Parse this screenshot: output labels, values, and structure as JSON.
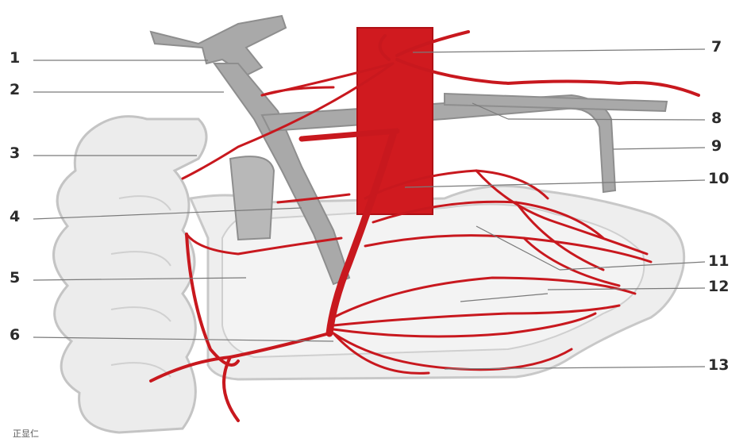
{
  "figure": {
    "labels": [
      {
        "id": "1",
        "text": "1"
      },
      {
        "id": "2",
        "text": "2"
      },
      {
        "id": "3",
        "text": "3"
      },
      {
        "id": "4",
        "text": "4"
      },
      {
        "id": "5",
        "text": "5"
      },
      {
        "id": "6",
        "text": "6"
      },
      {
        "id": "7",
        "text": "7"
      },
      {
        "id": "8",
        "text": "8"
      },
      {
        "id": "9",
        "text": "9"
      },
      {
        "id": "10",
        "text": "10"
      },
      {
        "id": "11",
        "text": "11"
      },
      {
        "id": "12",
        "text": "12"
      },
      {
        "id": "13",
        "text": "13"
      }
    ],
    "watermark": "正显仁"
  },
  "colors": {
    "artery": "#c8181e",
    "aorta": "#d01a1f",
    "vein": "#a9a9a9",
    "intestine_fill": "#ececec",
    "intestine_edge": "#c4c4c4",
    "leader_line": "#7a7a7a"
  }
}
